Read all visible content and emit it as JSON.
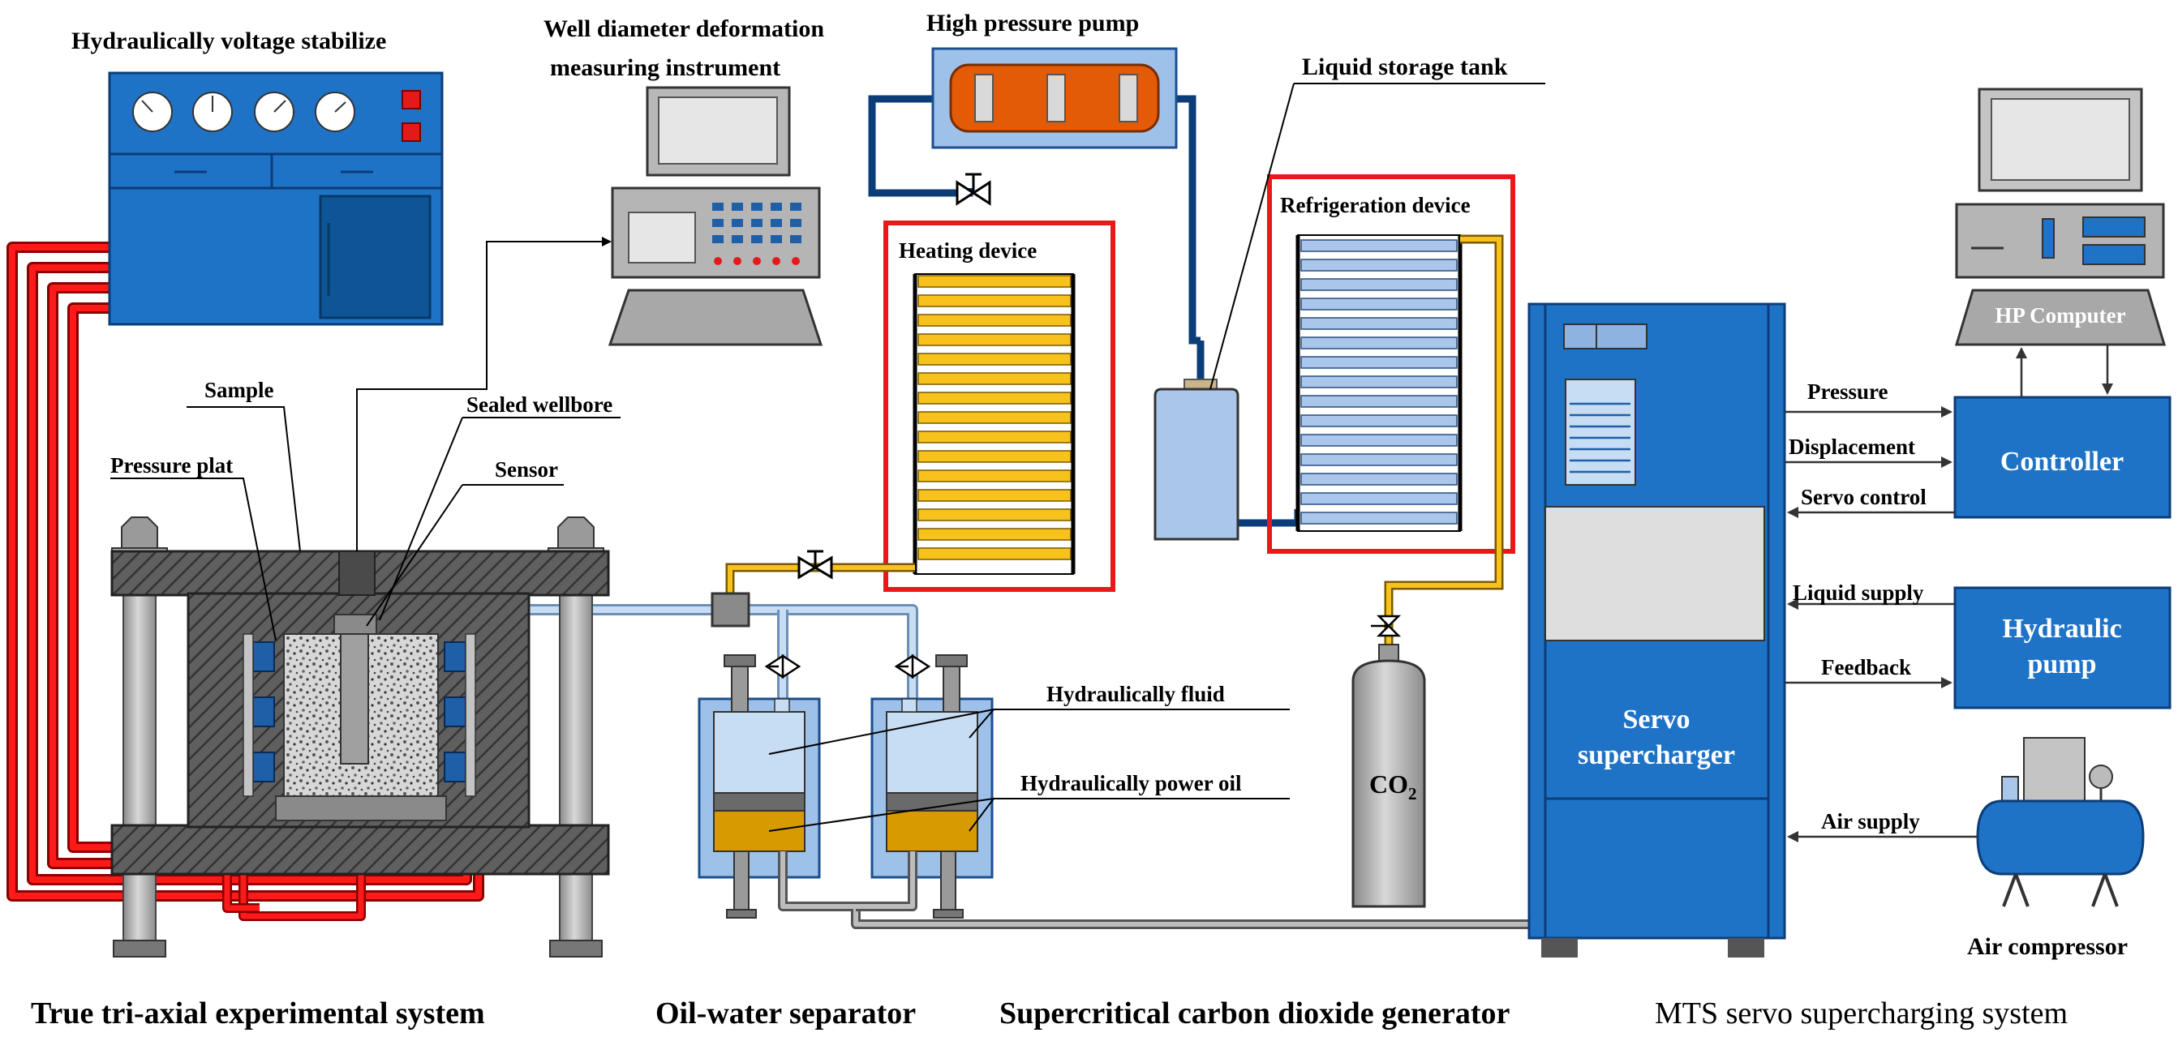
{
  "labels": {
    "hydraulic_stabilizer": "Hydraulically voltage stabilize",
    "well_instrument_line1": "Well diameter deformation",
    "well_instrument_line2": "measuring instrument",
    "high_pressure_pump": "High pressure pump",
    "liquid_storage_tank": "Liquid storage tank",
    "heating_device": "Heating device",
    "refrigeration_device": "Refrigeration device",
    "sample": "Sample",
    "sealed_wellbore": "Sealed wellbore",
    "pressure_plate": "Pressure plat",
    "sensor": "Sensor",
    "hydraulic_fluid": "Hydraulically fluid",
    "hydraulic_power_oil": "Hydraulically power oil",
    "co2_main": "CO",
    "co2_sub": "2",
    "servo_line1": "Servo",
    "servo_line2": "supercharger",
    "hp_computer": "HP Computer",
    "controller": "Controller",
    "hydraulic_pump_line1": "Hydraulic",
    "hydraulic_pump_line2": "pump",
    "air_compressor": "Air compressor",
    "pressure": "Pressure",
    "displacement": "Displacement",
    "servo_control": "Servo control",
    "liquid_supply": "Liquid supply",
    "feedback": "Feedback",
    "air_supply": "Air supply"
  },
  "sections": {
    "triaxial": "True tri-axial experimental system",
    "separator": "Oil-water separator",
    "co2_generator": "Supercritical carbon dioxide generator",
    "mts": "MTS servo supercharging system"
  },
  "colors": {
    "equipment_blue": "#1f73c7",
    "dark_blue": "#0b3d78",
    "hydraulic_red": "#e00000",
    "heater_yellow": "#f7c21b",
    "oil_orange": "#d79a00",
    "highlight_frame": "#e81919"
  }
}
